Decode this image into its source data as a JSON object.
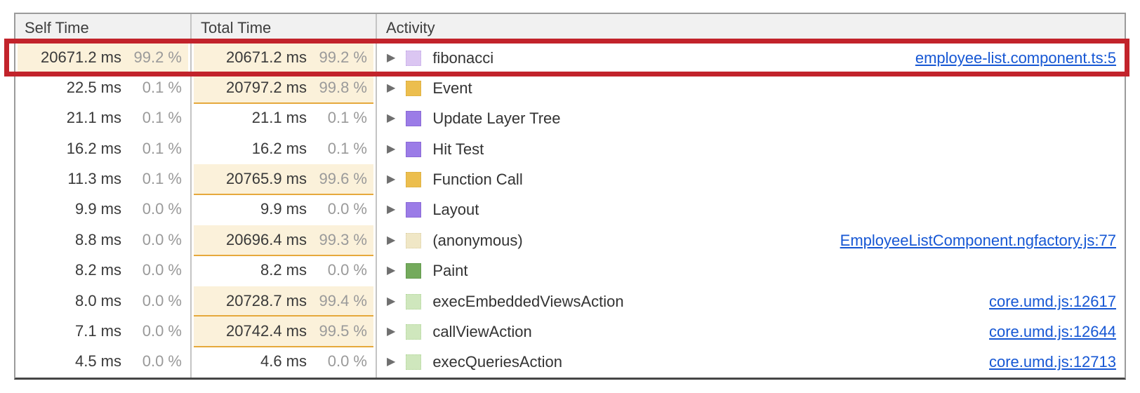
{
  "columns": {
    "self": "Self Time",
    "total": "Total Time",
    "activity": "Activity"
  },
  "colors": {
    "highlight_cell_bg": "#fbf1da",
    "highlight_cell_border": "#e6a93c",
    "selection_box_red": "#c2232b",
    "link_blue": "#1657d4"
  },
  "rows": [
    {
      "self_ms": "20671.2 ms",
      "self_pct": "99.2 %",
      "self_hl": true,
      "total_ms": "20671.2 ms",
      "total_pct": "99.2 %",
      "total_hl": true,
      "name": "fibonacci",
      "swatch": "#dbc6f2",
      "swatch_border": "#c3a9e6",
      "dotted": true,
      "link": "employee-list.component.ts:5",
      "selected": true
    },
    {
      "self_ms": "22.5 ms",
      "self_pct": "0.1 %",
      "self_hl": false,
      "total_ms": "20797.2 ms",
      "total_pct": "99.8 %",
      "total_hl": true,
      "name": "Event",
      "swatch": "#ecbe4e",
      "swatch_border": "#d6a83a",
      "dotted": true,
      "link": ""
    },
    {
      "self_ms": "21.1 ms",
      "self_pct": "0.1 %",
      "self_hl": false,
      "total_ms": "21.1 ms",
      "total_pct": "0.1 %",
      "total_hl": false,
      "name": "Update Layer Tree",
      "swatch": "#9b7ce7",
      "swatch_border": "#8a69d6",
      "dotted": false,
      "link": ""
    },
    {
      "self_ms": "16.2 ms",
      "self_pct": "0.1 %",
      "self_hl": false,
      "total_ms": "16.2 ms",
      "total_pct": "0.1 %",
      "total_hl": false,
      "name": "Hit Test",
      "swatch": "#9b7ce7",
      "swatch_border": "#8a69d6",
      "dotted": false,
      "link": ""
    },
    {
      "self_ms": "11.3 ms",
      "self_pct": "0.1 %",
      "self_hl": false,
      "total_ms": "20765.9 ms",
      "total_pct": "99.6 %",
      "total_hl": true,
      "name": "Function Call",
      "swatch": "#ecbe4e",
      "swatch_border": "#d6a83a",
      "dotted": true,
      "link": ""
    },
    {
      "self_ms": "9.9 ms",
      "self_pct": "0.0 %",
      "self_hl": false,
      "total_ms": "9.9 ms",
      "total_pct": "0.0 %",
      "total_hl": false,
      "name": "Layout",
      "swatch": "#9b7ce7",
      "swatch_border": "#8a69d6",
      "dotted": false,
      "link": ""
    },
    {
      "self_ms": "8.8 ms",
      "self_pct": "0.0 %",
      "self_hl": false,
      "total_ms": "20696.4 ms",
      "total_pct": "99.3 %",
      "total_hl": true,
      "name": "(anonymous)",
      "swatch": "#f0e7c6",
      "swatch_border": "#dccfa5",
      "dotted": true,
      "link": "EmployeeListComponent.ngfactory.js:77"
    },
    {
      "self_ms": "8.2 ms",
      "self_pct": "0.0 %",
      "self_hl": false,
      "total_ms": "8.2 ms",
      "total_pct": "0.0 %",
      "total_hl": false,
      "name": "Paint",
      "swatch": "#74aa5c",
      "swatch_border": "#639a4d",
      "dotted": false,
      "link": ""
    },
    {
      "self_ms": "8.0 ms",
      "self_pct": "0.0 %",
      "self_hl": false,
      "total_ms": "20728.7 ms",
      "total_pct": "99.4 %",
      "total_hl": true,
      "name": "execEmbeddedViewsAction",
      "swatch": "#cfe7bd",
      "swatch_border": "#b3d69b",
      "dotted": true,
      "link": "core.umd.js:12617"
    },
    {
      "self_ms": "7.1 ms",
      "self_pct": "0.0 %",
      "self_hl": false,
      "total_ms": "20742.4 ms",
      "total_pct": "99.5 %",
      "total_hl": true,
      "name": "callViewAction",
      "swatch": "#cfe7bd",
      "swatch_border": "#b3d69b",
      "dotted": true,
      "link": "core.umd.js:12644"
    },
    {
      "self_ms": "4.5 ms",
      "self_pct": "0.0 %",
      "self_hl": false,
      "total_ms": "4.6 ms",
      "total_pct": "0.0 %",
      "total_hl": false,
      "name": "execQueriesAction",
      "swatch": "#cfe7bd",
      "swatch_border": "#b3d69b",
      "dotted": true,
      "link": "core.umd.js:12713"
    }
  ],
  "expand_arrow_glyph": "▶"
}
